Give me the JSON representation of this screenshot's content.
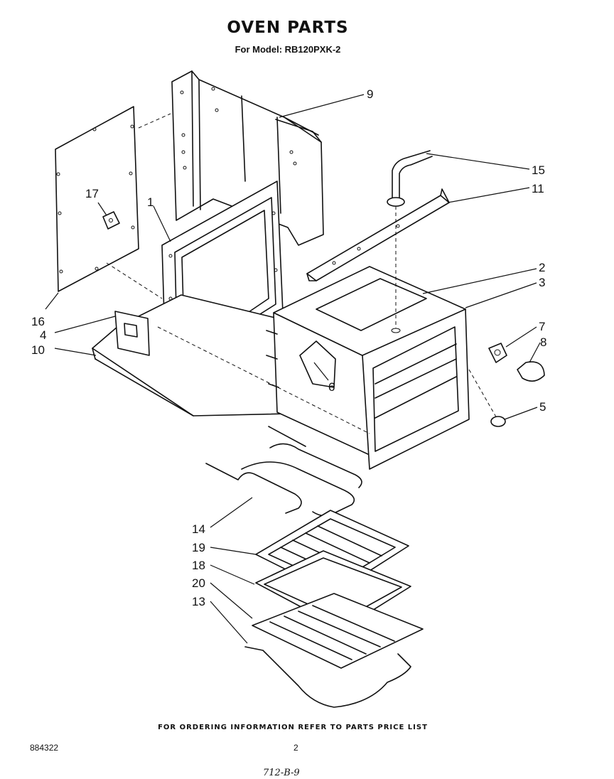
{
  "header": {
    "title": "OVEN PARTS",
    "subtitle": "For Model: RB120PXK-2"
  },
  "callouts": [
    {
      "id": "part-9",
      "label": "9"
    },
    {
      "id": "part-15",
      "label": "15"
    },
    {
      "id": "part-11",
      "label": "11"
    },
    {
      "id": "part-17",
      "label": "17"
    },
    {
      "id": "part-1",
      "label": "1"
    },
    {
      "id": "part-2",
      "label": "2"
    },
    {
      "id": "part-3",
      "label": "3"
    },
    {
      "id": "part-16",
      "label": "16"
    },
    {
      "id": "part-4",
      "label": "4"
    },
    {
      "id": "part-10",
      "label": "10"
    },
    {
      "id": "part-7",
      "label": "7"
    },
    {
      "id": "part-8",
      "label": "8"
    },
    {
      "id": "part-6",
      "label": "6"
    },
    {
      "id": "part-5",
      "label": "5"
    },
    {
      "id": "part-14",
      "label": "14"
    },
    {
      "id": "part-19",
      "label": "19"
    },
    {
      "id": "part-18",
      "label": "18"
    },
    {
      "id": "part-20",
      "label": "20"
    },
    {
      "id": "part-13",
      "label": "13"
    }
  ],
  "footer": {
    "note": "FOR ORDERING INFORMATION REFER TO PARTS PRICE LIST",
    "doc_number": "884322",
    "page_number": "2",
    "handwritten": "712-B-9"
  }
}
